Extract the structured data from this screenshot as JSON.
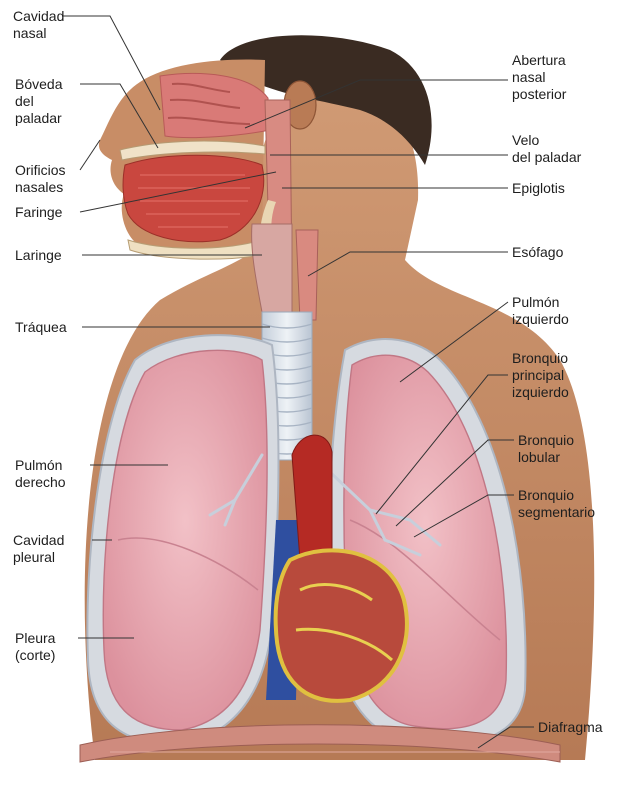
{
  "colors": {
    "skin": "#c98f6a",
    "skin_shadow": "#a46a47",
    "hair": "#3a2b22",
    "lung": "#e9aab3",
    "lung_dark": "#cf8592",
    "pleura": "#c9ced6",
    "trachea": "#d8e0ea",
    "heart": "#b52a24",
    "vein": "#2f4fa0",
    "diaphragm": "#c97a6e",
    "leader_line": "#333333"
  },
  "labels": {
    "cavidad_nasal": [
      "Cavidad",
      "nasal"
    ],
    "boveda_paladar": [
      "Bóveda",
      "del",
      "paladar"
    ],
    "orificios_nasales": [
      "Orificios",
      "nasales"
    ],
    "faringe": [
      "Faringe"
    ],
    "laringe": [
      "Laringe"
    ],
    "traquea": [
      "Tráquea"
    ],
    "pulmon_derecho": [
      "Pulmón",
      "derecho"
    ],
    "cavidad_pleural": [
      "Cavidad",
      "pleural"
    ],
    "pleura_corte": [
      "Pleura",
      "(corte)"
    ],
    "abertura_nasal_posterior": [
      "Abertura",
      "nasal",
      "posterior"
    ],
    "velo_paladar": [
      "Velo",
      "del paladar"
    ],
    "epiglotis": [
      "Epiglotis"
    ],
    "esofago": [
      "Esófago"
    ],
    "pulmon_izquierdo": [
      "Pulmón",
      "izquierdo"
    ],
    "bronquio_principal_izquierdo": [
      "Bronquio",
      "principal",
      "izquierdo"
    ],
    "bronquio_lobular": [
      "Bronquio",
      "lobular"
    ],
    "bronquio_segmentario": [
      "Bronquio",
      "segmentario"
    ],
    "diafragma": [
      "Diafragma"
    ]
  }
}
